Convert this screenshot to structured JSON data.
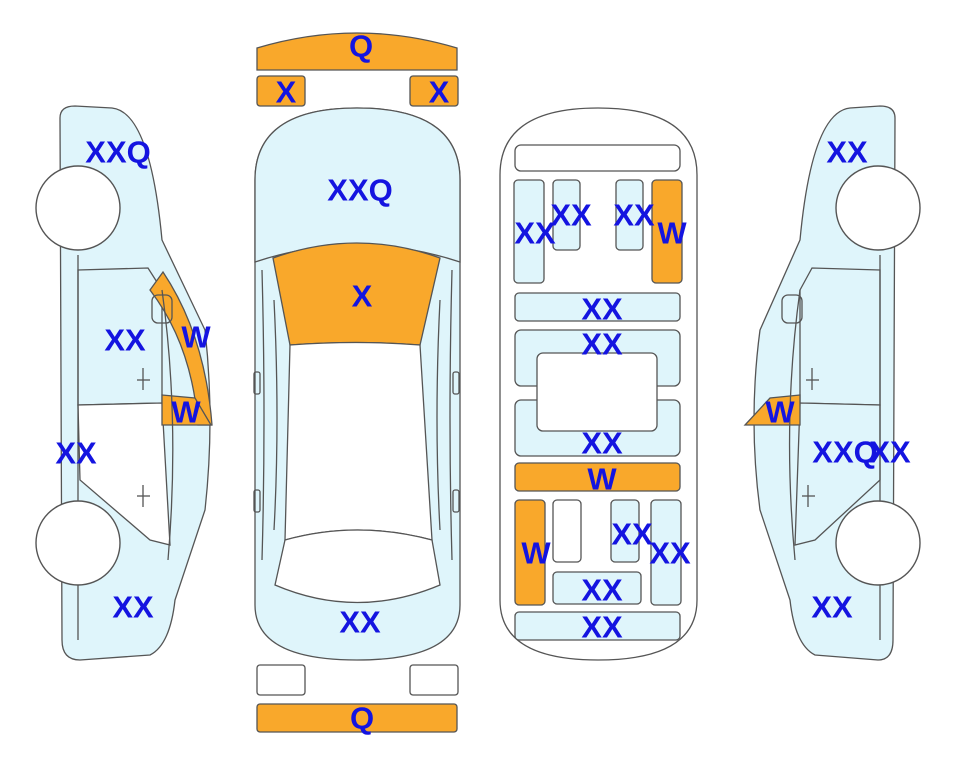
{
  "colors": {
    "body": "#dff5fb",
    "damaged": "#f9a82b",
    "label": "#1414e0",
    "outline": "#555555",
    "blank": "#ffffff"
  },
  "labels": {
    "front_bumper": "Q",
    "front_left_light": "X",
    "front_right_light": "X",
    "hood": "XXQ",
    "windshield": "X",
    "rear_bumper_area": "XX",
    "rear_bumper": "Q",
    "left_front_fender": "XXQ",
    "left_front_door": "XX",
    "left_a_pillar": "W",
    "left_mirror": "W",
    "left_rear_door": "XX",
    "left_rear_quarter": "XX",
    "right_front_fender": "XX",
    "right_mirror": "W",
    "right_front_door": "XXQ",
    "right_front_door_edge": "XX",
    "right_rear_quarter": "XX",
    "floor_left_rail": "XX",
    "floor_seat_left": "XX",
    "floor_seat_right": "XX",
    "floor_right_rail": "W",
    "floor_cross_1": "XX",
    "floor_cross_2": "XX",
    "floor_cross_3": "XX",
    "floor_cross_4": "W",
    "trunk_left_rail": "W",
    "trunk_center": "XX",
    "trunk_right": "XX",
    "trunk_floor": "XX",
    "trunk_rear_panel": "XX"
  }
}
